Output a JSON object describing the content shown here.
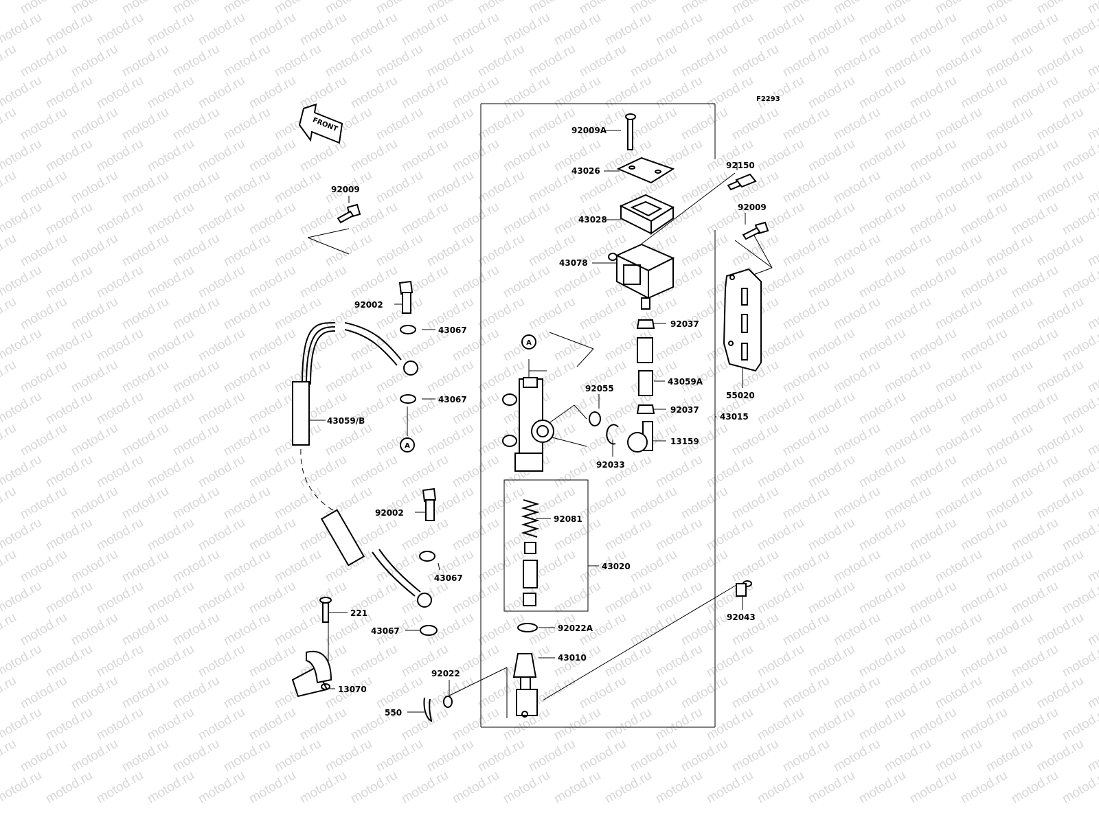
{
  "figure_code": "F2293",
  "front_arrow_label": "FRONT",
  "watermark_text": "motod.ru",
  "parts": [
    {
      "id": "92009A",
      "label": "92009A"
    },
    {
      "id": "43026",
      "label": "43026"
    },
    {
      "id": "43028",
      "label": "43028"
    },
    {
      "id": "43078",
      "label": "43078"
    },
    {
      "id": "92150",
      "label": "92150"
    },
    {
      "id": "92009-right",
      "label": "92009"
    },
    {
      "id": "92009-left",
      "label": "92009"
    },
    {
      "id": "92002-top",
      "label": "92002"
    },
    {
      "id": "43067-a",
      "label": "43067"
    },
    {
      "id": "43067-b",
      "label": "43067"
    },
    {
      "id": "43059B",
      "label": "43059/B"
    },
    {
      "id": "92037-top",
      "label": "92037"
    },
    {
      "id": "43059A",
      "label": "43059A"
    },
    {
      "id": "92037-bottom",
      "label": "92037"
    },
    {
      "id": "13159",
      "label": "13159"
    },
    {
      "id": "92055",
      "label": "92055"
    },
    {
      "id": "92033",
      "label": "92033"
    },
    {
      "id": "55020",
      "label": "55020"
    },
    {
      "id": "43015",
      "label": "43015"
    },
    {
      "id": "92081",
      "label": "92081"
    },
    {
      "id": "43020",
      "label": "43020"
    },
    {
      "id": "92002-bottom",
      "label": "92002"
    },
    {
      "id": "43067-c",
      "label": "43067"
    },
    {
      "id": "221",
      "label": "221"
    },
    {
      "id": "43067-d",
      "label": "43067"
    },
    {
      "id": "92022A",
      "label": "92022A"
    },
    {
      "id": "43010",
      "label": "43010"
    },
    {
      "id": "92043",
      "label": "92043"
    },
    {
      "id": "92022",
      "label": "92022"
    },
    {
      "id": "13070",
      "label": "13070"
    },
    {
      "id": "550",
      "label": "550"
    }
  ],
  "ref_markers": [
    {
      "id": "A-body",
      "label": "A"
    },
    {
      "id": "A-washer",
      "label": "A"
    }
  ]
}
